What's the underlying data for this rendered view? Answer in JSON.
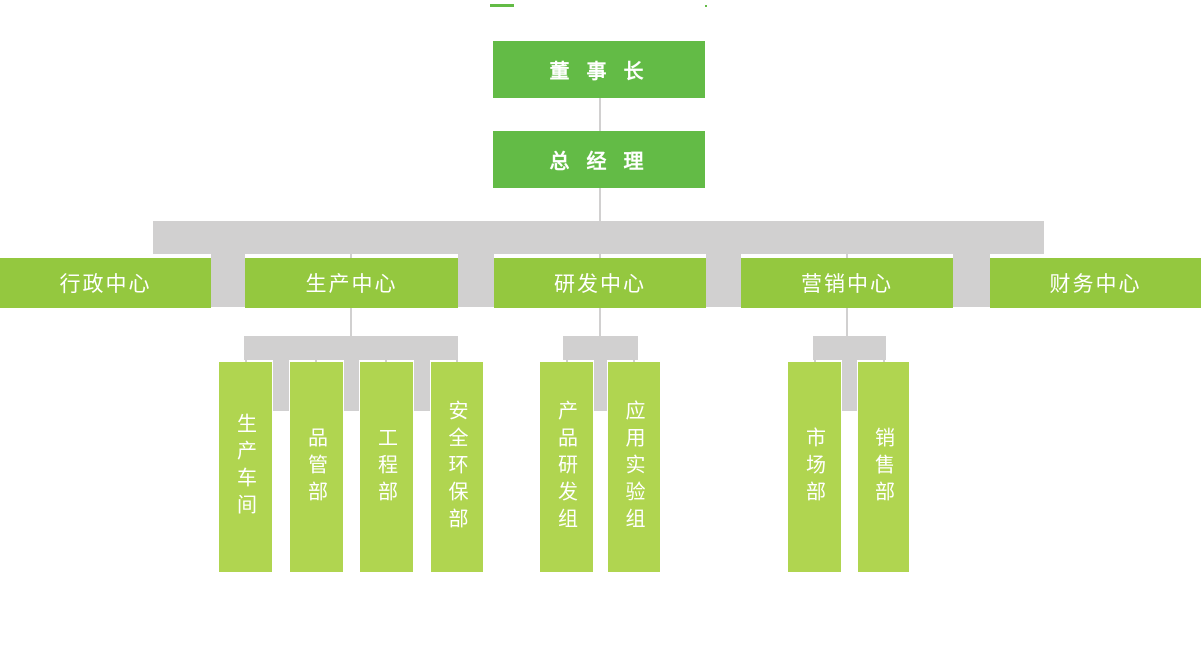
{
  "colors": {
    "green_dark": "#63bb46",
    "green_mid": "#94c83f",
    "green_light": "#b0d550",
    "connector": "#d1d0d0",
    "text": "#ffffff"
  },
  "org": {
    "chairman": {
      "label": "董 事 长"
    },
    "general_manager": {
      "label": "总 经 理"
    },
    "centers": [
      {
        "label": "行政中心",
        "children": []
      },
      {
        "label": "生产中心",
        "children": [
          {
            "label": "生产车间"
          },
          {
            "label": "品管部"
          },
          {
            "label": "工程部"
          },
          {
            "label": "安全环保部"
          }
        ]
      },
      {
        "label": "研发中心",
        "children": [
          {
            "label": "产品研发组"
          },
          {
            "label": "应用实验组"
          }
        ]
      },
      {
        "label": "营销中心",
        "children": [
          {
            "label": "市场部"
          },
          {
            "label": "销售部"
          }
        ]
      },
      {
        "label": "财务中心",
        "children": []
      }
    ]
  }
}
